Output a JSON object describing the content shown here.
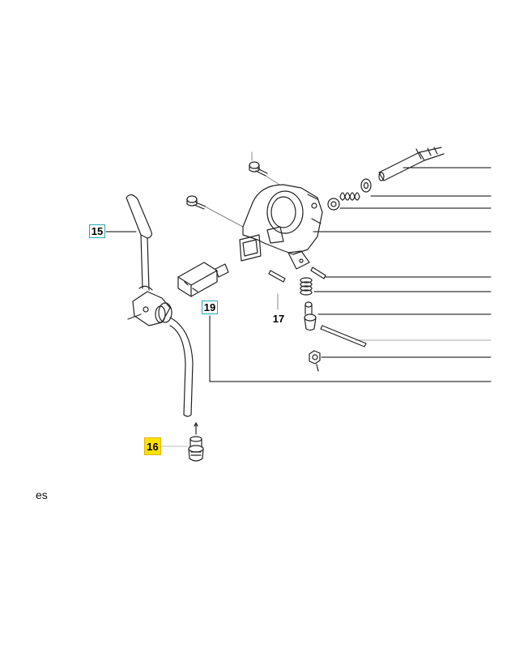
{
  "callouts": {
    "c15": "15",
    "c16": "16",
    "c17": "17",
    "c19": "19"
  },
  "footer": {
    "text": "es"
  },
  "colors": {
    "callout_box_border": "#2aa6b5",
    "highlight": "#ffe100",
    "leader_line": "#000000",
    "part_stroke": "#222222"
  }
}
